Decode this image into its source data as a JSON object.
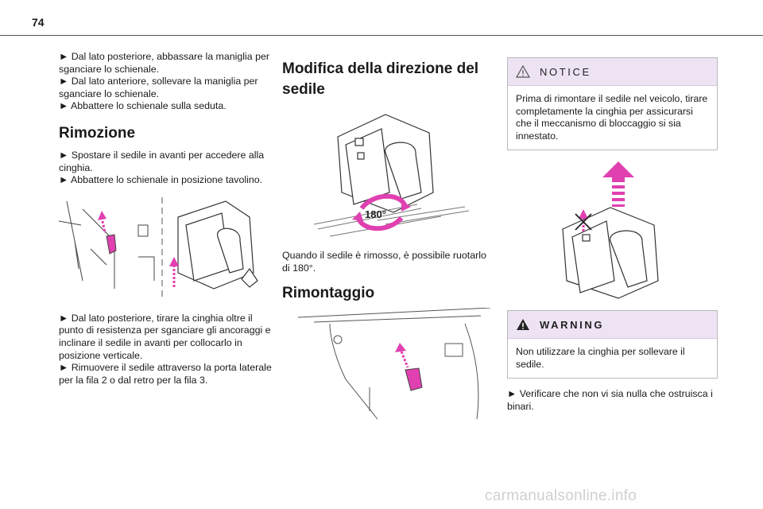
{
  "page": {
    "number": "74"
  },
  "col1": {
    "intro": "► Dal lato posteriore, abbassare la maniglia per sganciare lo schienale.\n► Dal lato anteriore, sollevare la maniglia per sganciare lo schienale.\n► Abbattere lo schienale sulla seduta.",
    "heading": "Rimozione",
    "steps": "► Spostare il sedile in avanti per accedere alla cinghia.\n► Abbattere lo schienale in posizione tavolino.",
    "steps2": "► Dal lato posteriore, tirare la cinghia oltre il punto di resistenza per sganciare gli ancoraggi e inclinare il sedile in avanti per collocarlo in posizione verticale.\n► Rimuovere il sedile attraverso la porta laterale per la fila 2 o dal retro per la fila 3."
  },
  "col2": {
    "heading": "Modifica della direzione del sedile",
    "rotation_label": "180°",
    "caption": "Quando il sedile è rimosso, è possibile ruotarlo di 180°.",
    "heading2": "Rimontaggio"
  },
  "col3": {
    "notice_title": "NOTICE",
    "notice_text": "Prima di rimontare il sedile nel veicolo, tirare completamente la cinghia per assicurarsi che il meccanismo di bloccaggio si sia innestato.",
    "warning_title": "WARNING",
    "warning_text": "Non utilizzare la cinghia per sollevare il sedile.",
    "final": "► Verificare che non vi sia nulla che ostruisca i binari."
  },
  "footer": {
    "watermark": "carmanualsonline.info"
  },
  "colors": {
    "accent": "#e040b0",
    "notice_bg": "#ede3f3",
    "line": "#333333"
  },
  "icons": {
    "notice": "caution-outline-icon",
    "warning": "warning-filled-icon"
  }
}
